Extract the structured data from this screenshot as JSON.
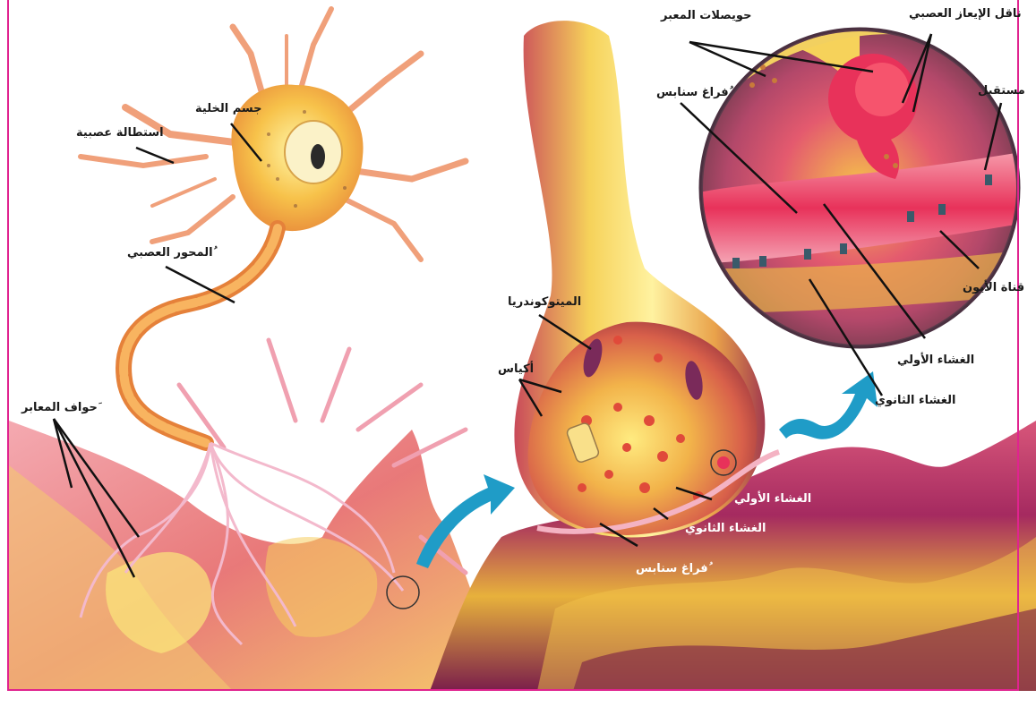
{
  "labels": {
    "cell_body": "جسم الخلية",
    "dendrite": "استطالة عصبية",
    "axon": "ُالمحور العصبي",
    "synaptic_knobs": "َحواف المعابر",
    "mitochondria": "الميتوكوندريا",
    "sacs": "أكياس",
    "presynaptic_lower": "الغشاء الأولي",
    "postsynaptic_lower": "الغشاء الثانوي",
    "cleft_lower": "ُفراغ سنابس",
    "vesicles": "حويصلات المعبر",
    "neurotransmitter": "ناقل الإيعاز العصبي",
    "cleft_upper": "ُفراغ سنابس",
    "receptor": "مستقبل",
    "ion_channel": "قناة الأيون",
    "presynaptic_upper": "الغشاء الأولي",
    "postsynaptic_upper": "الغشاء الثانوي"
  },
  "colors": {
    "frame": "#e0238f",
    "arrow": "#1f9cc7"
  }
}
